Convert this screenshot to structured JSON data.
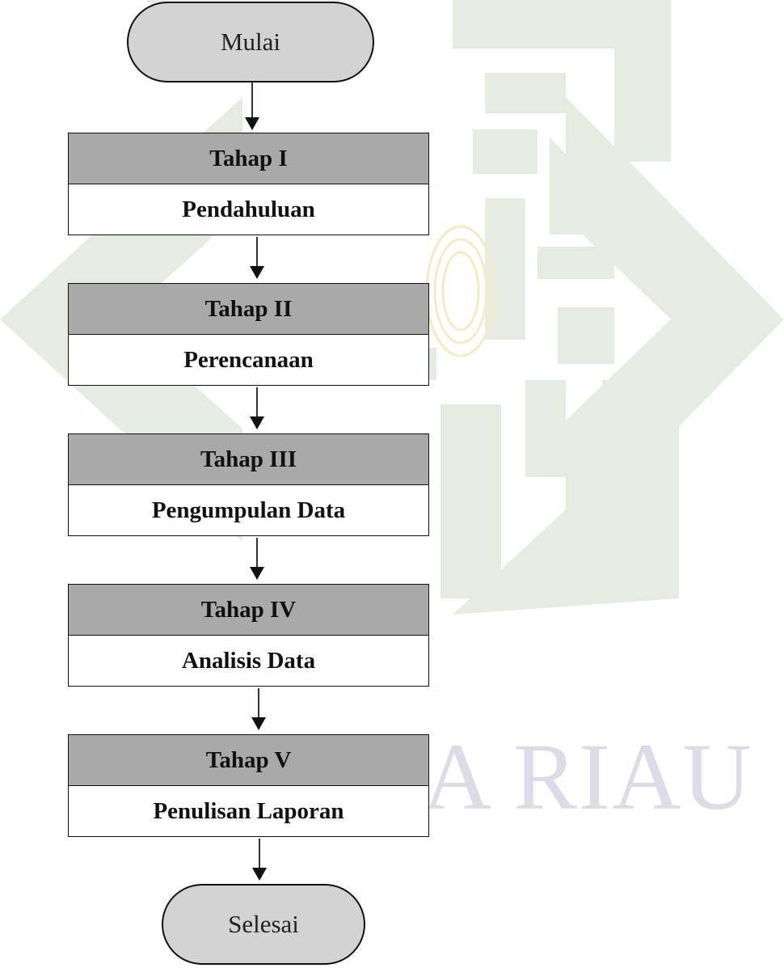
{
  "flowchart": {
    "start": "Mulai",
    "end": "Selesai",
    "steps": [
      {
        "stage": "Tahap I",
        "name": "Pendahuluan"
      },
      {
        "stage": "Tahap II",
        "name": "Perencanaan"
      },
      {
        "stage": "Tahap III",
        "name": "Pengumpulan Data"
      },
      {
        "stage": "Tahap IV",
        "name": "Analisis Data"
      },
      {
        "stage": "Tahap V",
        "name": "Penulisan Laporan"
      }
    ]
  },
  "watermark": {
    "text": "A RIAU",
    "color": "#dcdbe8",
    "shape_color": "#e7ece2"
  },
  "colors": {
    "terminal_fill": "#d3d3d3",
    "stage_header_fill": "#a9a9a9",
    "line": "#111111"
  }
}
